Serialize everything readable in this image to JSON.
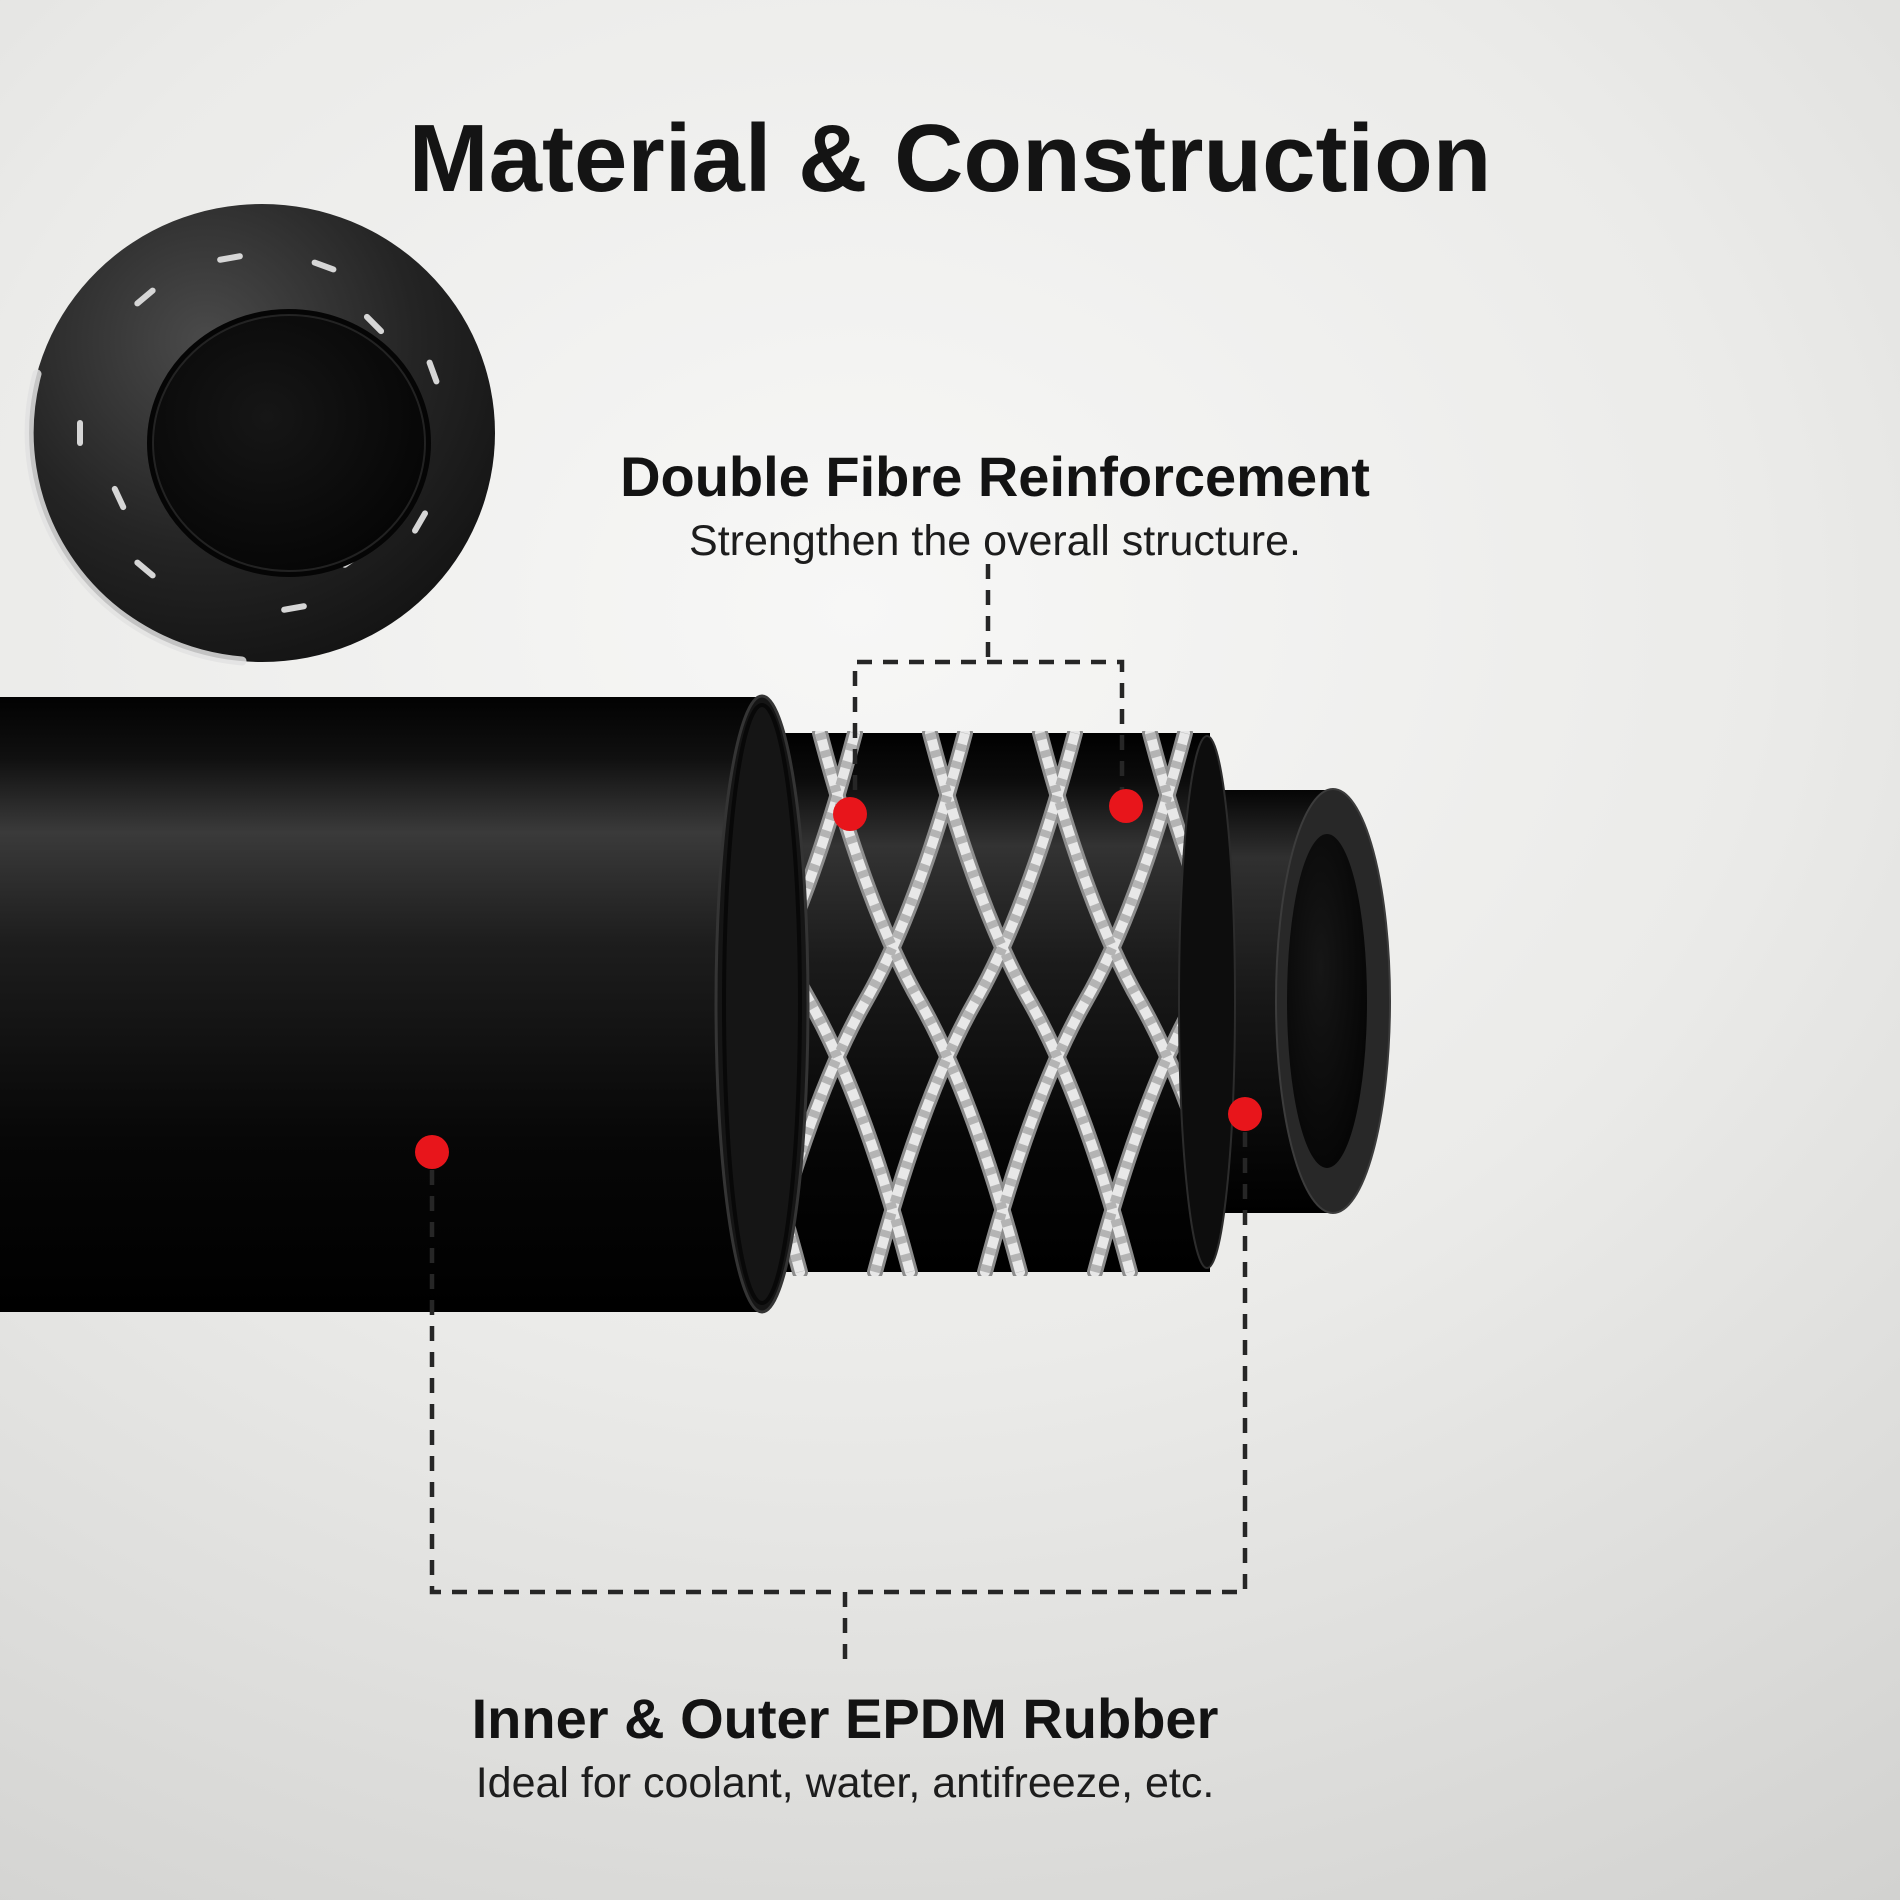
{
  "title": "Material & Construction",
  "callouts": {
    "fibre": {
      "heading": "Double Fibre Reinforcement",
      "subheading": "Strengthen the overall structure."
    },
    "rubber": {
      "heading": "Inner & Outer EPDM Rubber",
      "subheading": "Ideal for coolant, water, antifreeze, etc."
    }
  },
  "colors": {
    "accent_red": "#e8151b",
    "heading_text": "#141414",
    "body_text": "#1d1d1d",
    "leader_line": "#262626",
    "fibre_thread": "#e8e8e8",
    "rubber_black": "#0a0a0a",
    "background_center": "#f7f7f6",
    "background_edge": "#c8c8c6"
  }
}
